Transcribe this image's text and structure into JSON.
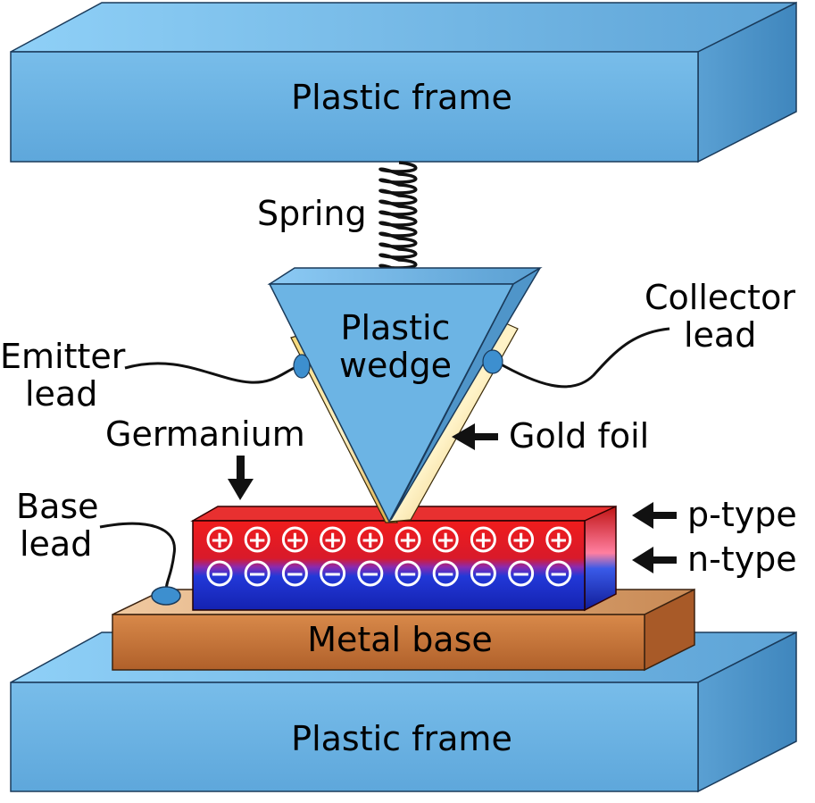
{
  "labels": {
    "plastic_frame_top": "Plastic frame",
    "spring": "Spring",
    "plastic_wedge_line1": "Plastic",
    "plastic_wedge_line2": "wedge",
    "emitter_line1": "Emitter",
    "emitter_line2": "lead",
    "collector_line1": "Collector",
    "collector_line2": "lead",
    "gold_foil": "Gold foil",
    "germanium": "Germanium",
    "base_line1": "Base",
    "base_line2": "lead",
    "p_type": "p-type",
    "n_type": "n-type",
    "metal_base": "Metal base",
    "plastic_frame_bottom": "Plastic frame"
  },
  "charges": {
    "positive_symbol": "+",
    "negative_symbol": "−",
    "positive_count": 10,
    "negative_count": 10
  },
  "colors": {
    "frame_front": "#6cb4e4",
    "frame_top": "#8ccaf4",
    "frame_side": "#4f95c9",
    "wedge": "#6aaee2",
    "gold": "#e8c25a",
    "p_region": "#e01a1a",
    "n_region": "#1a34d8",
    "metal": "#c9753a"
  }
}
